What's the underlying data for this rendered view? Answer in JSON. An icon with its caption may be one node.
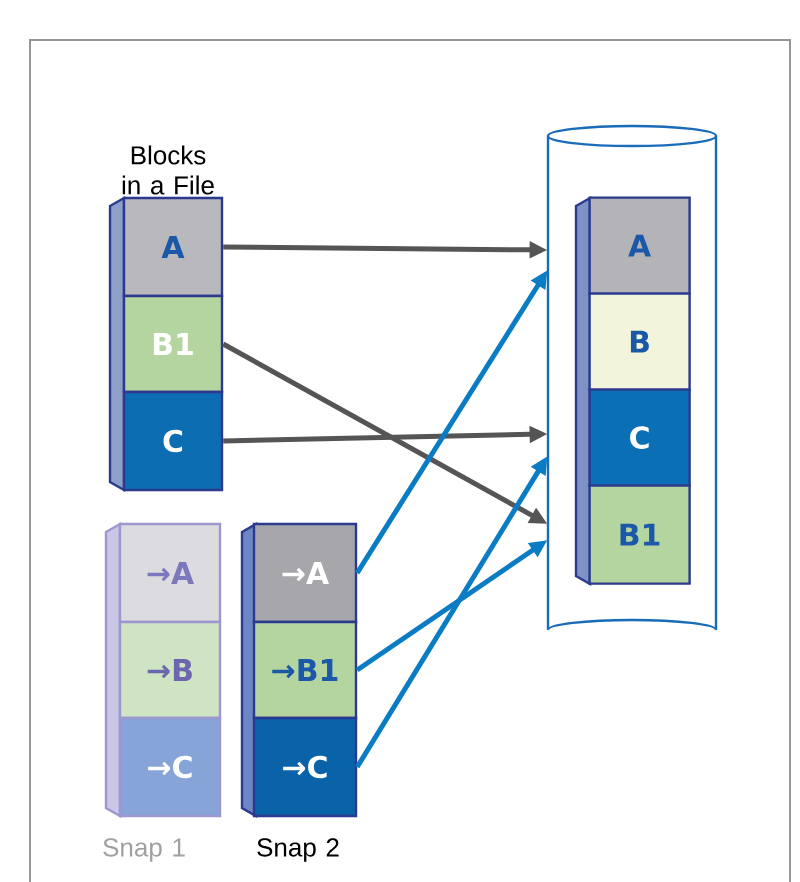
{
  "diagram": {
    "nodes": [
      {
        "text": [
          "A"
        ]
      },
      {
        "text": [
          "B1"
        ]
      },
      {
        "text": [
          "C"
        ]
      },
      {
        "text": [
          "→A"
        ]
      },
      {
        "text": [
          "→B"
        ]
      },
      {
        "text": [
          "→C"
        ]
      },
      {
        "text": [
          "→A"
        ]
      },
      {
        "text": [
          "→B1"
        ]
      },
      {
        "text": [
          "→C"
        ]
      },
      {
        "text": [],
        "shape": "cylinder"
      },
      {
        "text": [
          "A"
        ],
        "in": 9
      },
      {
        "text": [
          "B"
        ],
        "in": 9
      },
      {
        "text": [
          "C"
        ],
        "in": 9
      },
      {
        "text": [
          "B1"
        ],
        "in": 9
      }
    ],
    "edges": [
      {
        "from": 0,
        "to": 9,
        "arrow": "to"
      },
      {
        "from": 1,
        "to": 9,
        "arrow": "to"
      },
      {
        "from": 2,
        "to": 9,
        "arrow": "to"
      },
      {
        "from": 6,
        "to": 9,
        "arrow": "to",
        "color": "#0a7cc4"
      },
      {
        "from": 7,
        "to": 9,
        "arrow": "to",
        "color": "#0a7cc4"
      },
      {
        "from": 8,
        "to": 9,
        "arrow": "to",
        "color": "#0a7cc4"
      }
    ],
    "labels": [
      "Blocks in a File",
      "Snap 1",
      "Snap 2"
    ]
  }
}
